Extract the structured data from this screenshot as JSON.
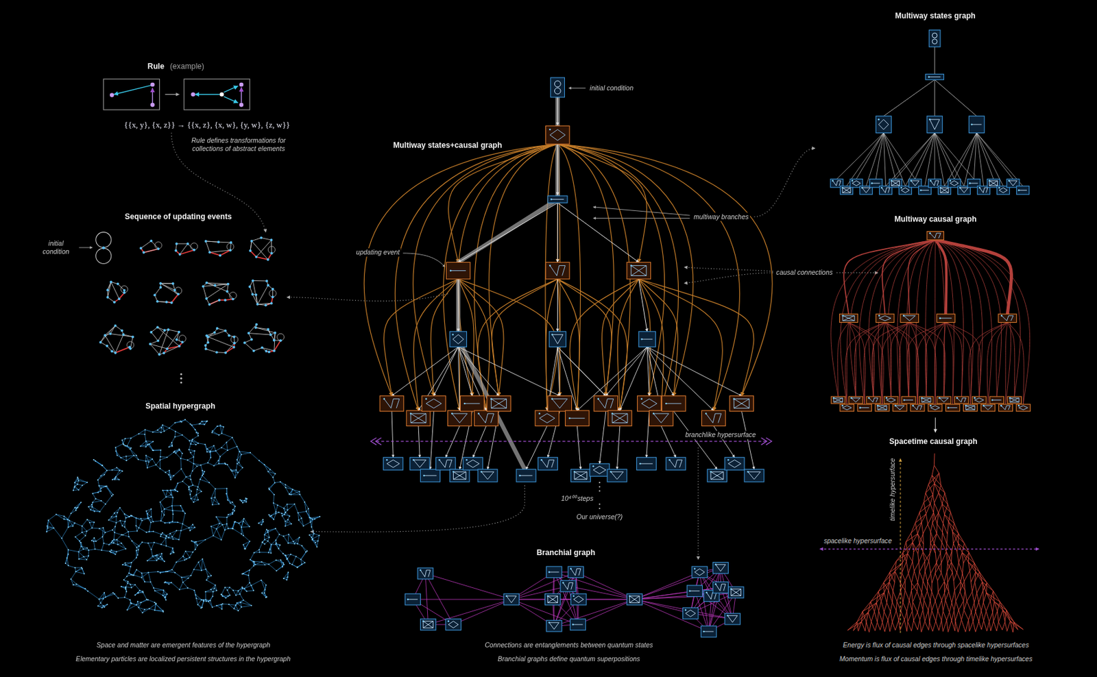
{
  "diagram": {
    "labels": [
      "Rule",
      "(example)",
      "{{x, y}, {x, z}} → {{x, z}, {x, w}, {y, w}, {z, w}}",
      "Rule defines transformations for collections of abstract elements",
      "Sequence of updating events",
      "initial condition",
      "Spatial hypergraph",
      "Space and matter are emergent features of the hypergraph",
      "Elementary particles are localized persistent structures in the hypergraph",
      "Multiway states+causal graph",
      "initial condition",
      "updating event",
      "multiway branches",
      "causal connections",
      "branchlike hypersurface",
      "10⁴⁰⁰ steps",
      "Our universe(?)",
      "Branchial graph",
      "Connections are entanglements between quantum states",
      "Branchial graphs define quantum superpositions",
      "Multiway states graph",
      "Multiway causal graph",
      "Spacetime causal graph",
      "timelike hypersurface",
      "spacelike hypersurface",
      "Energy is flux of causal edges through spacelike hypersurfaces",
      "Momentum is flux of causal edges through timelike hypersurfaces"
    ]
  }
}
